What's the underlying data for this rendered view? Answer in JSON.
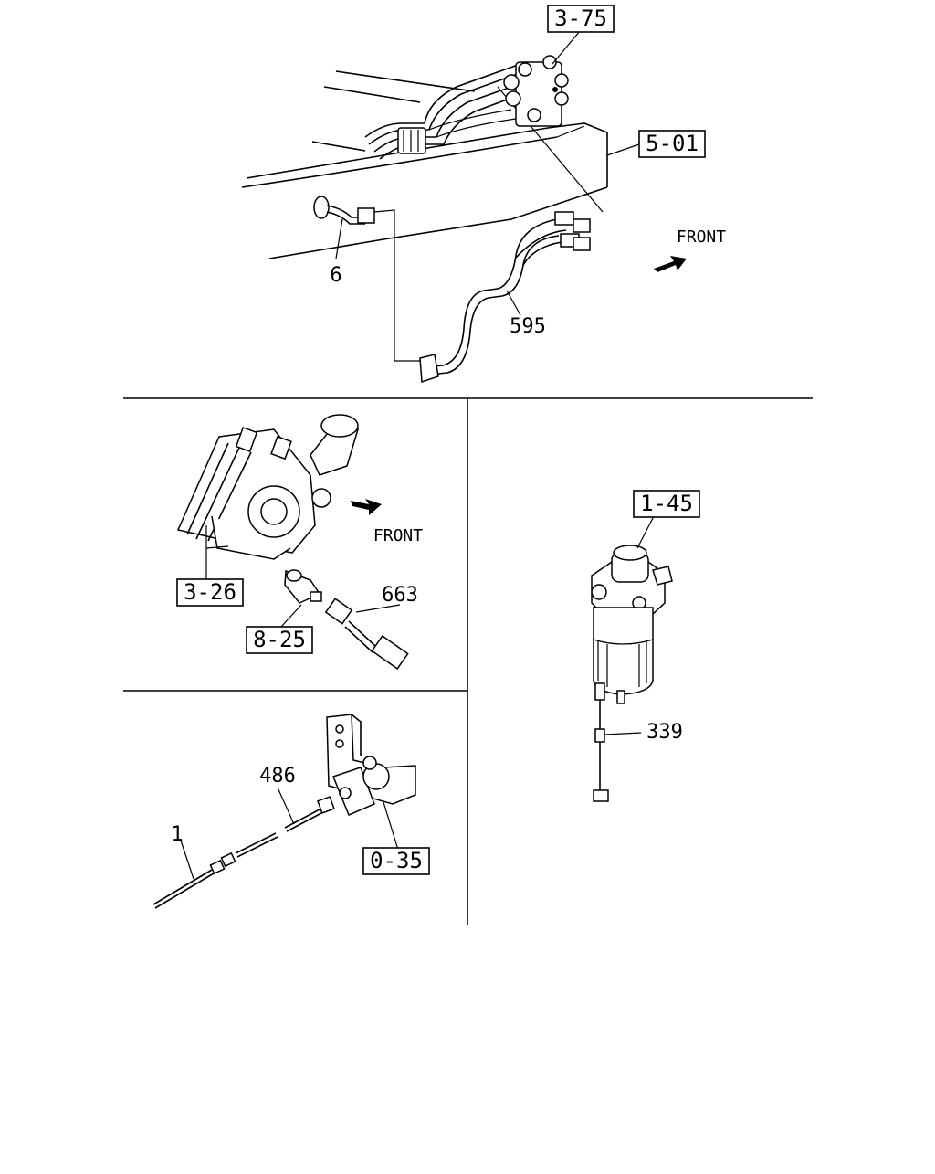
{
  "diagram": {
    "top_section": {
      "ref_labels": [
        "3-75",
        "5-01"
      ],
      "part_labels": [
        "6",
        "595"
      ],
      "front_label": "FRONT"
    },
    "middle_left_section": {
      "ref_labels": [
        "3-26",
        "8-25"
      ],
      "part_labels": [
        "663"
      ],
      "front_label": "FRONT"
    },
    "bottom_left_section": {
      "ref_labels": [
        "0-35"
      ],
      "part_labels": [
        "486",
        "1"
      ]
    },
    "right_section": {
      "ref_labels": [
        "1-45"
      ],
      "part_labels": [
        "339"
      ]
    }
  }
}
